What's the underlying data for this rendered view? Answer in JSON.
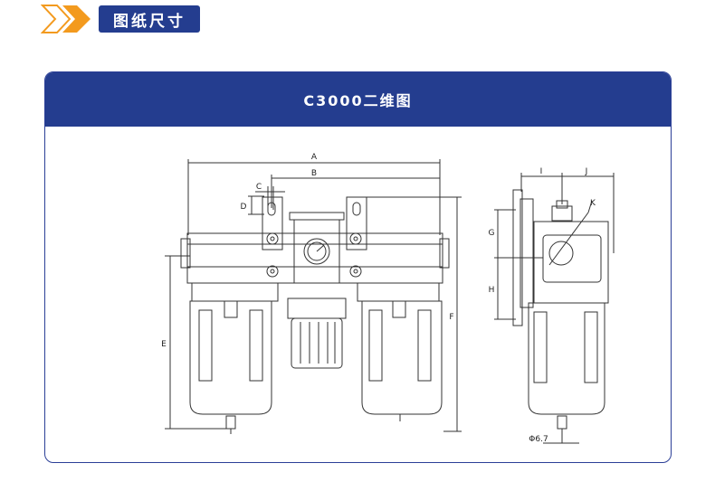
{
  "header": {
    "section_title": "图纸尺寸",
    "accent_color": "#f39a1e",
    "brand_color": "#243d8f"
  },
  "card": {
    "title": "C3000二维图"
  },
  "drawing": {
    "labels": {
      "A": "A",
      "B": "B",
      "C": "C",
      "D": "D",
      "E": "E",
      "F": "F",
      "G": "G",
      "H": "H",
      "I": "I",
      "J": "J",
      "K": "K",
      "phi": "Φ6.7"
    }
  }
}
